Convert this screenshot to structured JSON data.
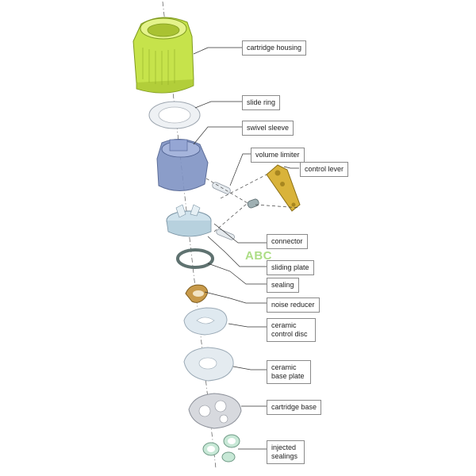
{
  "labels": {
    "cartridge_housing": "cartridge housing",
    "slide_ring": "slide ring",
    "swivel_sleeve": "swivel sleeve",
    "volume_limiter": "volume limiter",
    "control_lever": "control lever",
    "connector": "connector",
    "sliding_plate": "sliding plate",
    "sealing": "sealing",
    "noise_reducer": "noise reducer",
    "ceramic_control_disc": "ceramic control disc",
    "ceramic_base_plate": "ceramic base plate",
    "cartridge_base": "cartridge base",
    "injected_sealings": "injected sealings"
  },
  "watermark": "ABC",
  "colors": {
    "housing": "#c6e34b",
    "sleeve": "#7f93c4",
    "lever": "#d9b33a",
    "ceramic": "#dfe9f0",
    "seal": "#7c8e8c",
    "noise": "#c89a4a",
    "base": "#d7d9de",
    "injected": "#c7e8d6"
  }
}
